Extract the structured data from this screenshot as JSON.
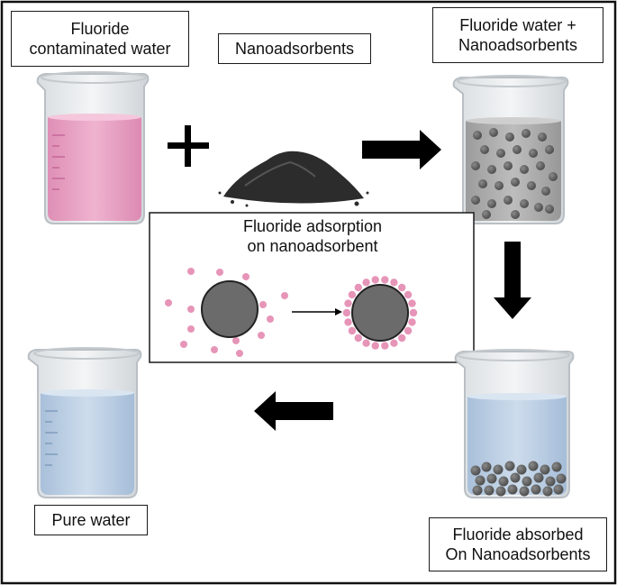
{
  "labels": {
    "contaminated": [
      "Fluoride",
      "contaminated water"
    ],
    "nanoadsorbents": "Nanoadsorbents",
    "mixture": [
      "Fluoride water +",
      "Nanoadsorbents"
    ],
    "adsorption": [
      "Fluoride adsorption",
      "on nanoadsorbent"
    ],
    "absorbed": [
      "Fluoride absorbed",
      "On Nanoadsorbents"
    ],
    "pure": "Pure water"
  },
  "colors": {
    "contaminated_liquid": "#e7a3c4",
    "pure_liquid": "#bcd0e5",
    "fluoride_ion": "#e695b8",
    "particle": "#6b6b6b",
    "powder": "#2c2c2c",
    "arrow": "#000000"
  },
  "icons": [
    "beaker-icon",
    "plus-icon",
    "powder-pile-icon",
    "arrow-right-icon",
    "arrow-down-icon",
    "arrow-left-icon",
    "nanoparticle-icon",
    "fluoride-ion-icon"
  ]
}
